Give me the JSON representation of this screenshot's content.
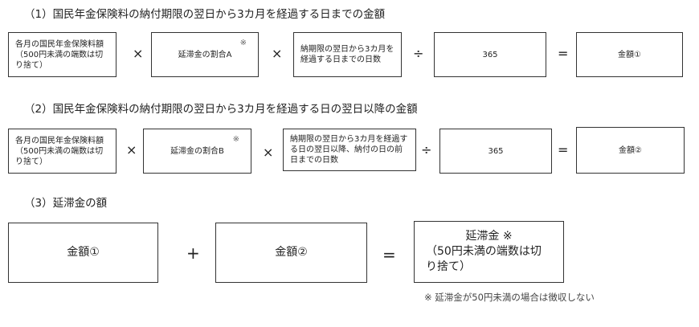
{
  "section1": {
    "title": "（1）国民年金保険料の納付期限の翌日から3カ月を経過する日までの金額",
    "box1": "各月の国民年金保険料額（500円未満の端数は切り捨て）",
    "box2": "延滞金の割合A",
    "box3": "納期限の翌日から3カ月を経過する日までの日数",
    "box4": "365",
    "box5": "金額①"
  },
  "section2": {
    "title": "（2）国民年金保険料の納付期限の翌日から3カ月を経過する日の翌日以降の金額",
    "box1": "各月の国民年金保険料額（500円未満の端数は切り捨て）",
    "box2": "延滞金の割合B",
    "box3": "納期限の翌日から3カ月を経過する日の翌日以降、納付の日の前日までの日数",
    "box4": "365",
    "box5": "金額②"
  },
  "section3": {
    "title": "（3）延滞金の額",
    "box1": "金額①",
    "box2": "金額②",
    "box3_title": "延滞金 ※",
    "box3_note": "（50円未満の端数は切り捨て）",
    "footnote": "※ 延滞金が50円未満の場合は徴収しない"
  },
  "ops": {
    "times": "×",
    "div": "÷",
    "eq": "=",
    "plus": "+",
    "mark": "※"
  }
}
